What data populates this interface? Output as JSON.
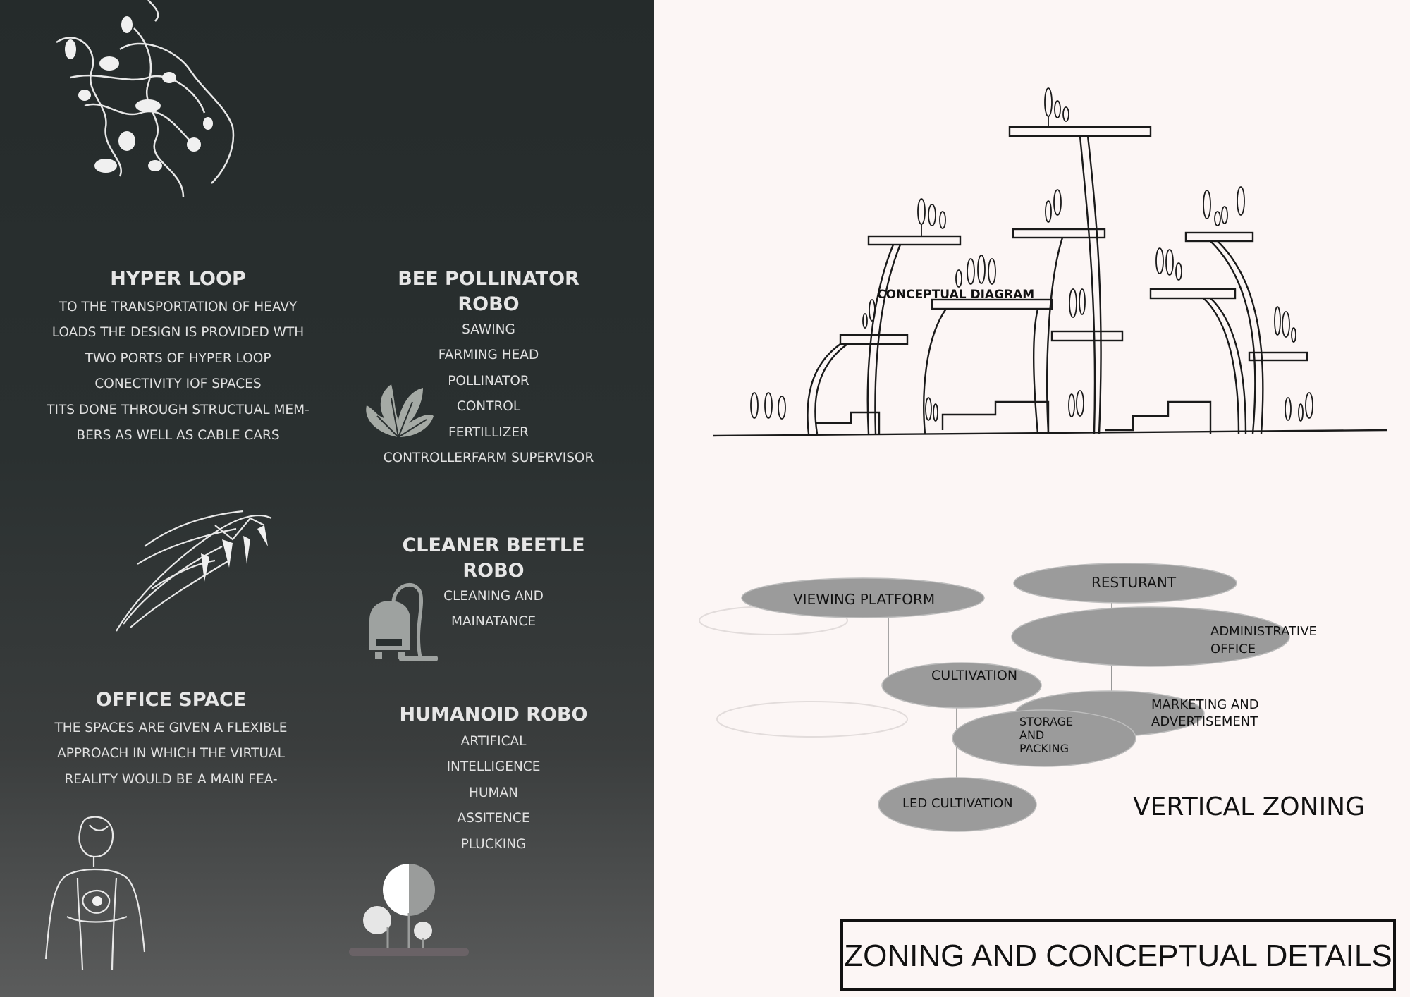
{
  "left": {
    "hyperloop": {
      "title": "HYPER LOOP",
      "lines": [
        "TO  THE TRANSPORTATION  OF HEAVY",
        "LOADS THE DESIGN IS PROVIDED WTH",
        "TWO PORTS OF HYPER LOOP",
        "CONECTIVITY IOF SPACES",
        "TITS DONE THROUGH STRUCTUAL MEM-",
        "BERS AS WELL AS  CABLE CARS"
      ]
    },
    "bee_robo": {
      "title_line1": "BEE POLLINATOR",
      "title_line2": "ROBO",
      "lines": [
        "SAWING",
        "FARMING HEAD",
        "POLLINATOR",
        "CONTROL",
        "FERTILLIZER",
        "CONTROLLERFARM SUPERVISOR"
      ]
    },
    "beetle_robo": {
      "title_line1": "CLEANER BEETLE",
      "title_line2": "ROBO",
      "lines": [
        "CLEANING AND",
        "MAINATANCE"
      ]
    },
    "office": {
      "title": "OFFICE SPACE",
      "lines": [
        "THE SPACES ARE GIVEN A FLEXIBLE",
        "APPROACH IN WHICH THE VIRTUAL",
        "REALITY WOULD BE A MAIN FEA-"
      ]
    },
    "humanoid_robo": {
      "title": "HUMANOID ROBO",
      "lines": [
        "ARTIFICAL",
        "INTELLIGENCE",
        "HUMAN",
        "ASSITENCE",
        "PLUCKING"
      ]
    }
  },
  "right": {
    "conceptual_label": "CONCEPTUAL DIAGRAM",
    "zones": {
      "viewing": "VIEWING PLATFORM",
      "resturant": "RESTURANT",
      "admin_line1": "ADMINISTRATIVE",
      "admin_line2": "OFFICE",
      "cultivation": "CULTIVATION",
      "marketing_line1": "MARKETING AND",
      "marketing_line2": "ADVERTISEMENT",
      "storage_line1": "STORAGE",
      "storage_line2": "AND",
      "storage_line3": "PACKING",
      "led": "LED CULTIVATION"
    },
    "vertical_zoning": "VERTICAL ZONING",
    "main_title": "ZONING AND CONCEPTUAL DETAILS"
  },
  "colors": {
    "dark_bg": "#2a3030",
    "light_bg": "#fcf6f5",
    "ellipse_fill": "#9a9a9a",
    "text_light": "#e6e6e6"
  }
}
